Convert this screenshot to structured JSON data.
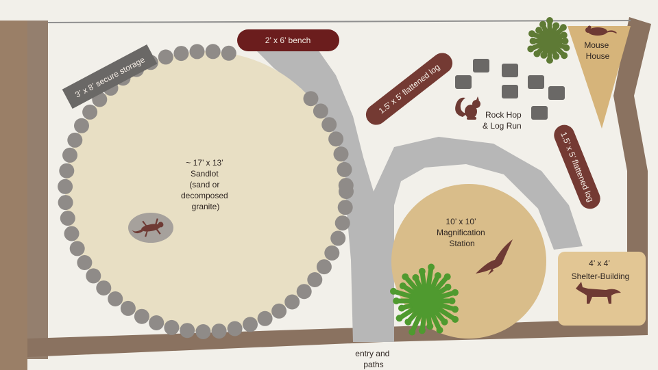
{
  "features": {
    "bench": {
      "label": "2’ x 6’ bench"
    },
    "storage": {
      "label": "3’ x 8’ secure storage"
    },
    "log_a": {
      "label": "1.5’ x 5’ flattened log"
    },
    "log_b": {
      "label": "1.5’ x 5’ flattened log"
    },
    "sandlot": {
      "lines": [
        "~ 17’ x 13’",
        "Sandlot",
        "(sand or",
        "decomposed",
        "granite)"
      ]
    },
    "rock_hop": {
      "lines": [
        "Rock Hop",
        "& Log Run"
      ]
    },
    "mouse_house": {
      "lines": [
        "Mouse",
        "House"
      ]
    },
    "magnification": {
      "lines": [
        "10’ x 10’",
        "Magnification",
        "Station"
      ]
    },
    "shelter": {
      "lines": [
        "4’ x 4’",
        "Shelter-Building"
      ]
    },
    "entry": {
      "lines": [
        "entry and",
        "paths"
      ]
    }
  },
  "icons": [
    "lizard-icon",
    "squirrel-icon",
    "mouse-icon",
    "hawk-icon",
    "fox-icon",
    "shrub-icon"
  ],
  "colors": {
    "background": "#f2f0ea",
    "fence": "#8a7260",
    "sandlot": "#e8dfc4",
    "stone": "#8f8b88",
    "path": "#b7b7b7",
    "bench": "#6b1d1d",
    "log": "#743a33",
    "storage": "#6a6866",
    "magnification": "#d9bd8a",
    "mouse_house": "#d6b47a",
    "shelter": "#e2c694",
    "shrub_dark": "#5e7a35",
    "shrub_bright": "#4f9a2f",
    "animal": "#6e3a34"
  }
}
